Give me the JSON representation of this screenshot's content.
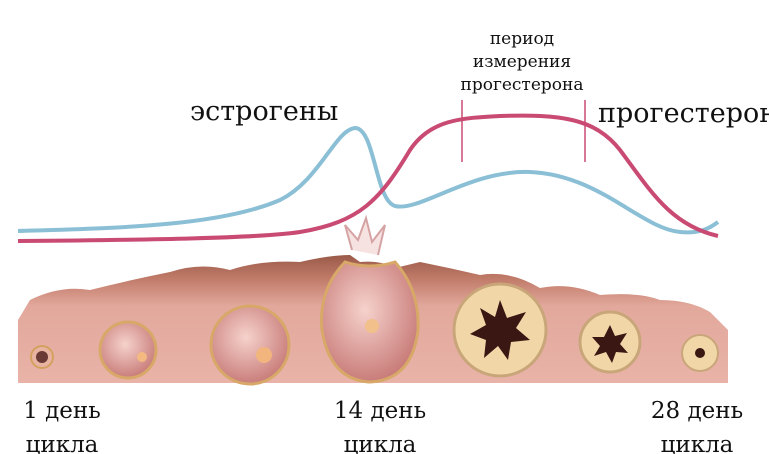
{
  "labels": {
    "estrogen": "эстрогены",
    "progesterone": "прогестерон",
    "measure_period": [
      "период",
      "измерения",
      "прогестерона"
    ]
  },
  "days": [
    {
      "day": "1 день",
      "word": "цикла"
    },
    {
      "day": "14 день",
      "word": "цикла"
    },
    {
      "day": "28 день",
      "word": "цикла"
    }
  ],
  "colors": {
    "estrogen": "#8bbfd6",
    "progesterone": "#c94a73",
    "tissue": "#d9958a",
    "tissue_top": "#a8634f"
  }
}
